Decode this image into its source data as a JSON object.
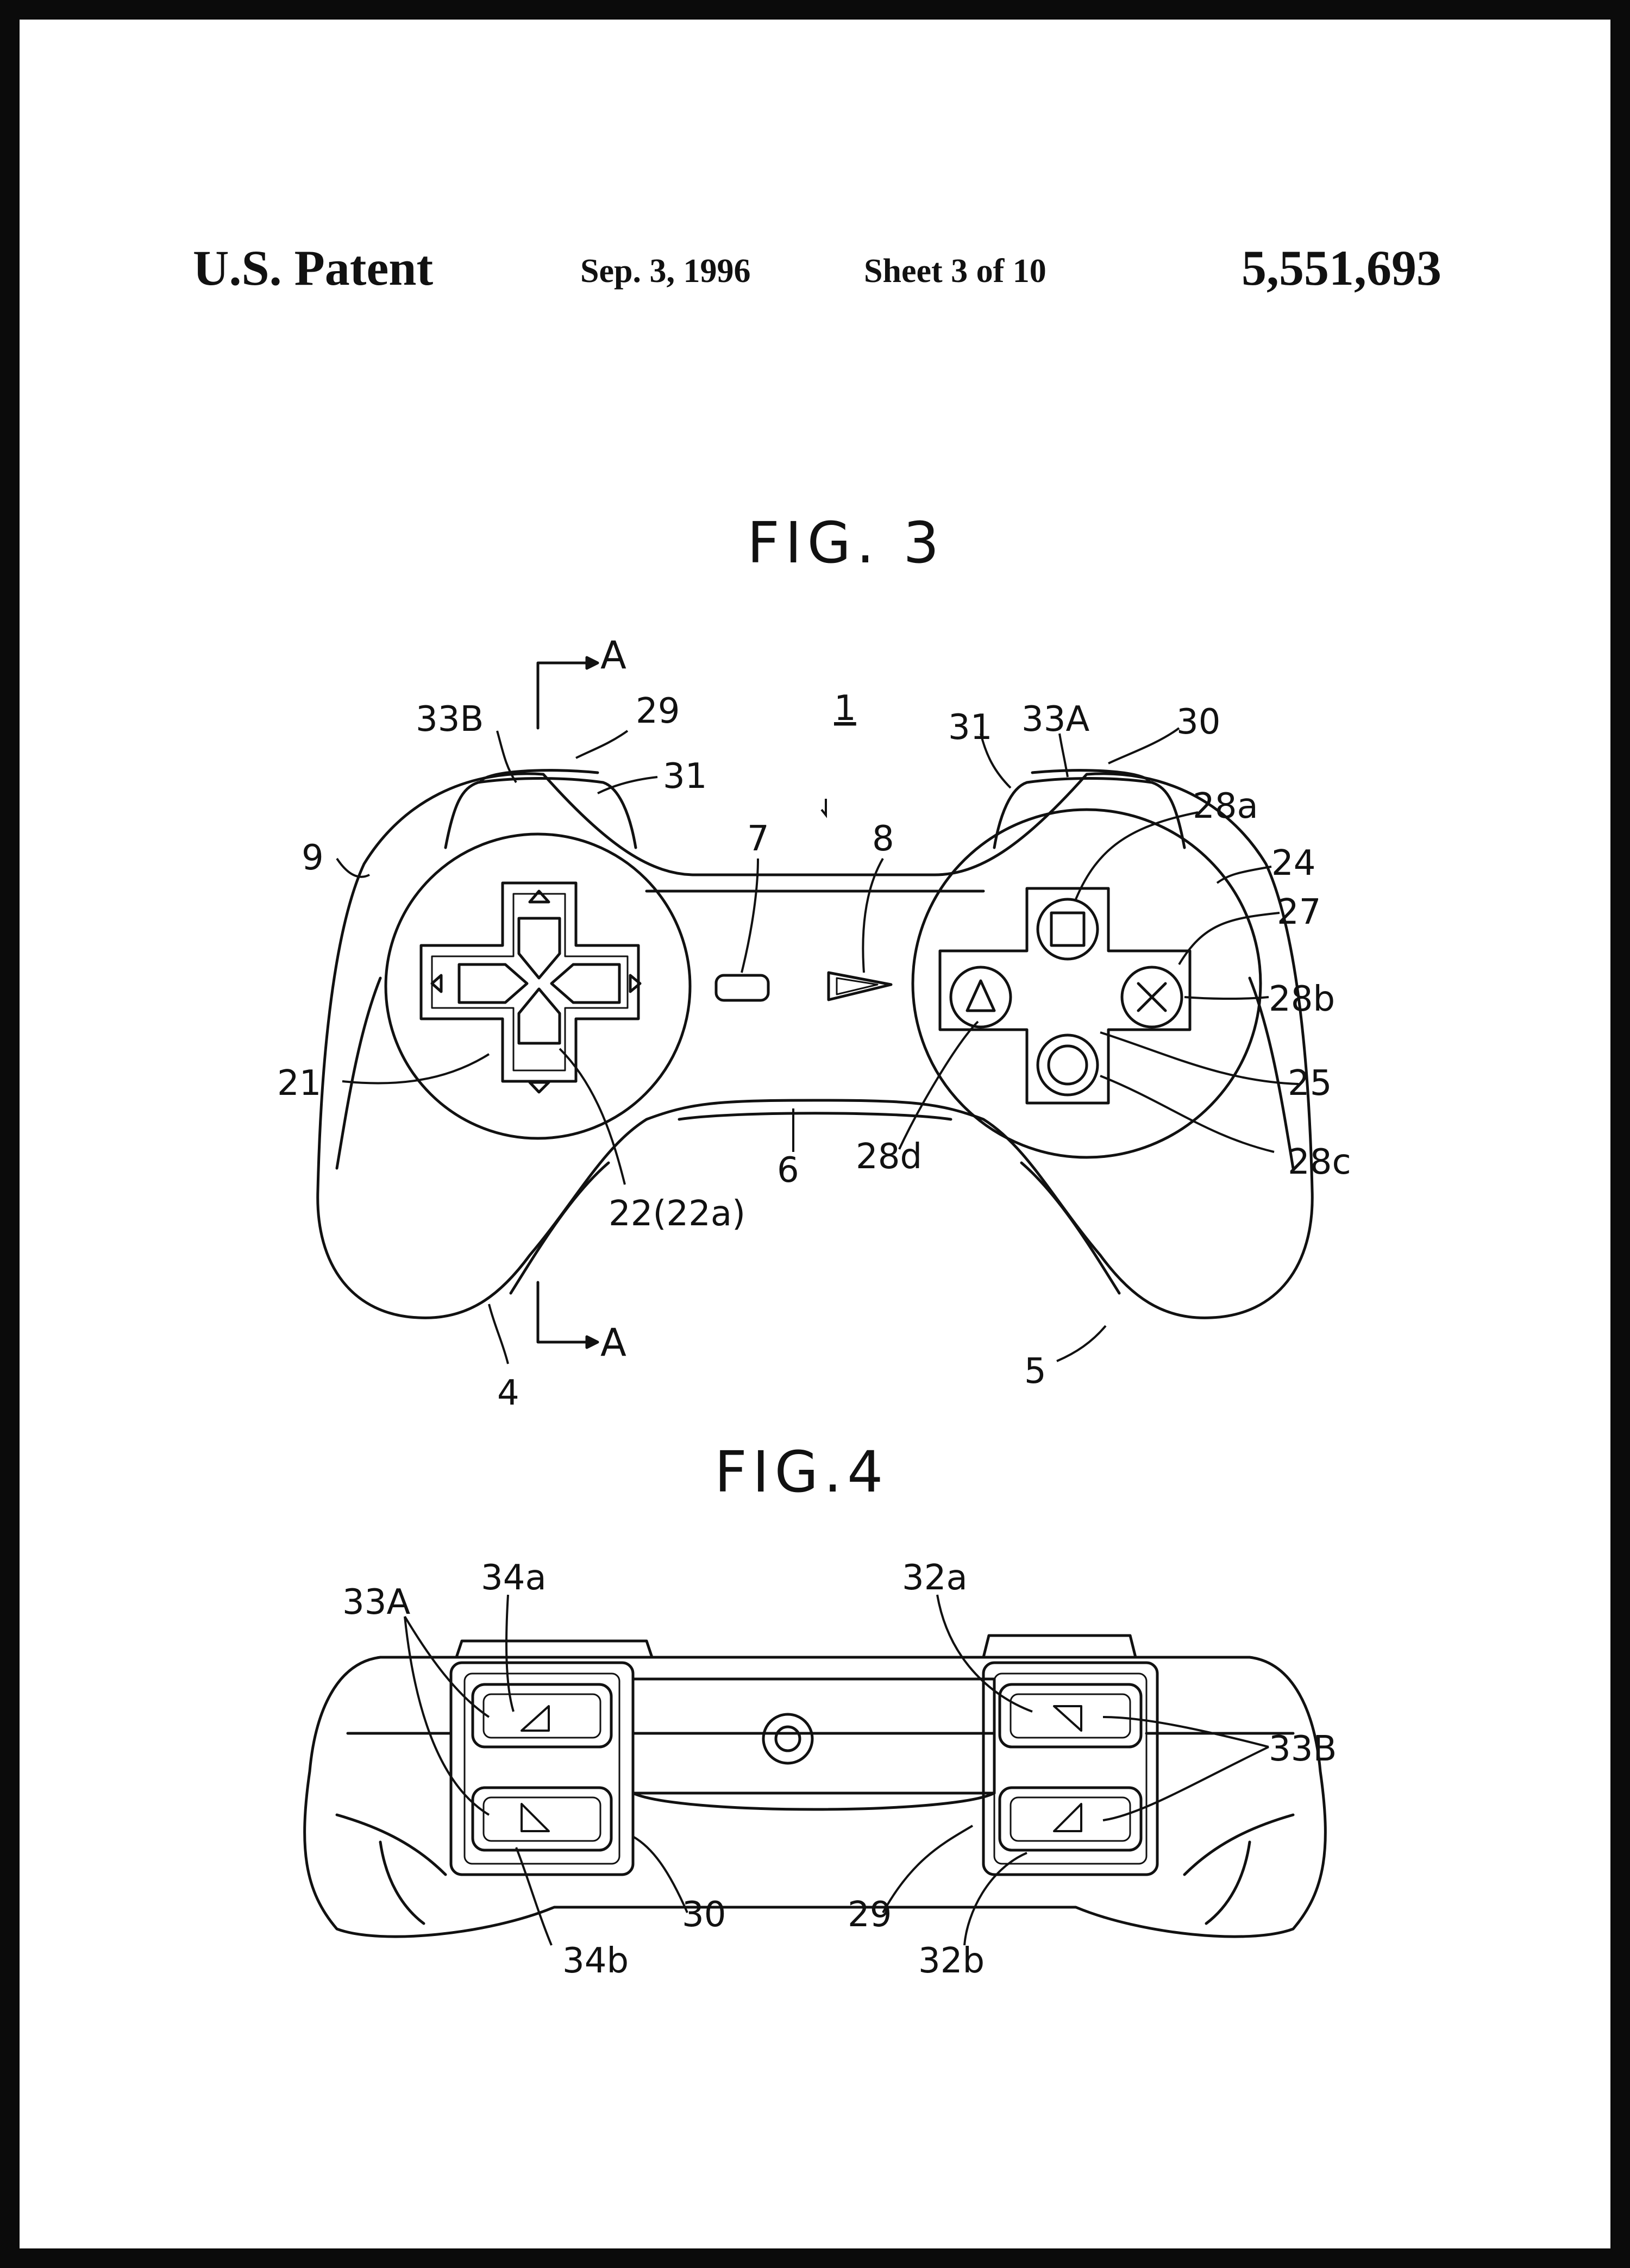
{
  "header": {
    "title": "U.S. Patent",
    "date": "Sep. 3, 1996",
    "sheet": "Sheet 3 of 10",
    "patent_number": "5,551,693"
  },
  "fig3": {
    "caption": "FIG. 3",
    "labels": {
      "section_top": "A",
      "section_bottom": "A",
      "ref_1": "1",
      "ref_33B": "33B",
      "ref_29": "29",
      "ref_31_left": "31",
      "ref_31_right": "31",
      "ref_33A": "33A",
      "ref_30": "30",
      "ref_9": "9",
      "ref_7": "7",
      "ref_8": "8",
      "ref_28a": "28a",
      "ref_24": "24",
      "ref_27": "27",
      "ref_28b": "28b",
      "ref_21": "21",
      "ref_25": "25",
      "ref_6": "6",
      "ref_28d": "28d",
      "ref_28c": "28c",
      "ref_22": "22(22a)",
      "ref_4": "4",
      "ref_5": "5"
    }
  },
  "fig4": {
    "caption": "FIG.4",
    "labels": {
      "ref_33A": "33A",
      "ref_34a": "34a",
      "ref_32a": "32a",
      "ref_33B": "33B",
      "ref_30": "30",
      "ref_29": "29",
      "ref_34b": "34b",
      "ref_32b": "32b"
    }
  }
}
